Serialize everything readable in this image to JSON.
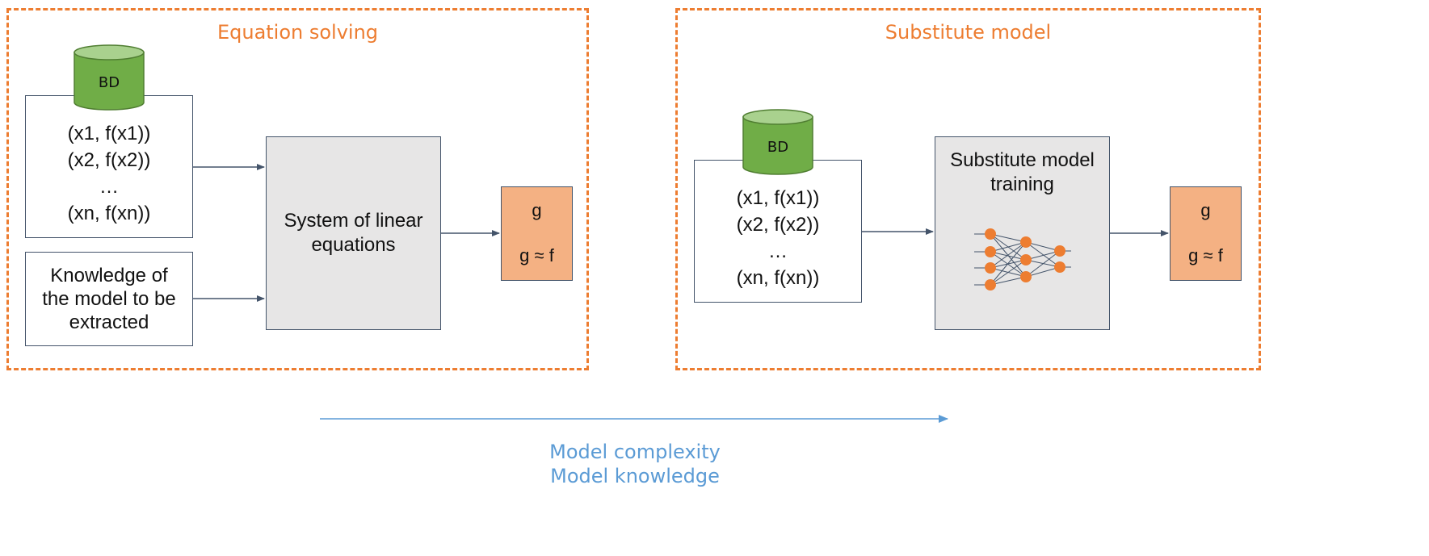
{
  "left_panel": {
    "title": "Equation solving",
    "db_label": "BD",
    "data_lines": [
      "(x1, f(x1))",
      "(x2, f(x2))",
      "…",
      "(xn, f(xn))"
    ],
    "knowledge_lines": [
      "Knowledge of",
      "the model to be",
      "extracted"
    ],
    "process_lines": [
      "System of linear",
      "equations"
    ],
    "result_top": "g",
    "result_bottom": "g ≈ f"
  },
  "right_panel": {
    "title": "Substitute model",
    "db_label": "BD",
    "data_lines": [
      "(x1, f(x1))",
      "(x2, f(x2))",
      "…",
      "(xn, f(xn))"
    ],
    "process_lines": [
      "Substitute model",
      "training"
    ],
    "result_top": "g",
    "result_bottom": "g ≈ f"
  },
  "bottom": {
    "line1": "Model complexity",
    "line2": "Model knowledge"
  },
  "colors": {
    "panel_border": "#ed7d31",
    "db_fill": "#70ad47",
    "db_top": "#a9d18e",
    "process_fill": "#e7e6e6",
    "result_fill": "#f4b183",
    "arrow": "#44546a",
    "bottom_arrow": "#5b9bd5",
    "neuron": "#ed7d31"
  }
}
